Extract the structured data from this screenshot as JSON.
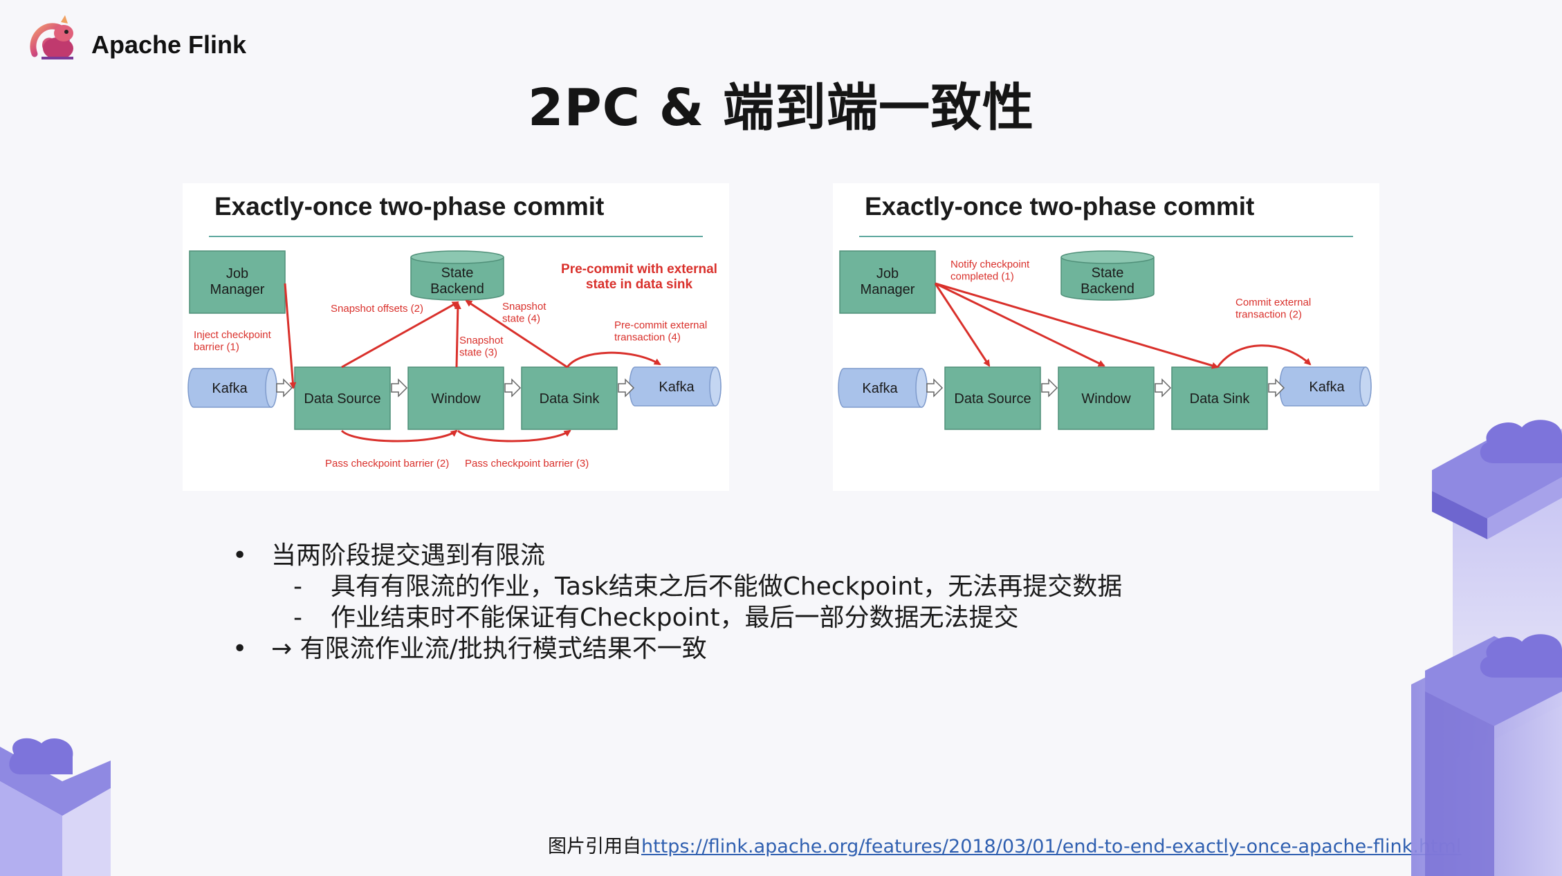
{
  "brand": {
    "name": "Apache Flink",
    "logo_icon": "squirrel-logo-icon"
  },
  "slide_title": "2PC & 端到端一致性",
  "colors": {
    "node_green": "#6fb49b",
    "node_green_border": "#4f8f78",
    "kafka_blue": "#a9c2ea",
    "arrow_red": "#d9302b",
    "title_rule": "#5fa9a0",
    "link_blue": "#2f5fb0"
  },
  "left_diagram": {
    "heading": "Exactly-once two-phase commit",
    "nodes": {
      "job_manager": "Job\nManager",
      "state_backend": "State\nBackend",
      "kafka_in": "Kafka",
      "data_source": "Data Source",
      "window": "Window",
      "data_sink": "Data Sink",
      "kafka_out": "Kafka"
    },
    "labels": {
      "precommit_note": "Pre-commit with external\nstate in data sink",
      "inject_barrier": "Inject checkpoint\nbarrier (1)",
      "snapshot_offsets": "Snapshot offsets (2)",
      "snapshot_state_3": "Snapshot\nstate (3)",
      "snapshot_state_4": "Snapshot\nstate (4)",
      "precommit_tx": "Pre-commit external\ntransaction (4)",
      "pass_barrier_2": "Pass checkpoint barrier (2)",
      "pass_barrier_3": "Pass checkpoint barrier (3)"
    }
  },
  "right_diagram": {
    "heading": "Exactly-once two-phase commit",
    "nodes": {
      "job_manager": "Job\nManager",
      "state_backend": "State\nBackend",
      "kafka_in": "Kafka",
      "data_source": "Data Source",
      "window": "Window",
      "data_sink": "Data Sink",
      "kafka_out": "Kafka"
    },
    "labels": {
      "notify_completed": "Notify checkpoint\ncompleted (1)",
      "commit_tx": "Commit external\ntransaction (2)"
    }
  },
  "bullets": [
    {
      "marker": "•",
      "text": "当两阶段提交遇到有限流",
      "level": 1
    },
    {
      "marker": "-",
      "text": "具有有限流的作业，Task结束之后不能做Checkpoint，无法再提交数据",
      "level": 2
    },
    {
      "marker": "-",
      "text": "作业结束时不能保证有Checkpoint，最后一部分数据无法提交",
      "level": 2
    },
    {
      "marker": "•",
      "text": "→ 有限流作业流/批执行模式结果不一致",
      "level": 1
    }
  ],
  "footer": {
    "prefix": "图片引用自",
    "link": "https://flink.apache.org/features/2018/03/01/end-to-end-exactly-once-apache-flink.html"
  }
}
